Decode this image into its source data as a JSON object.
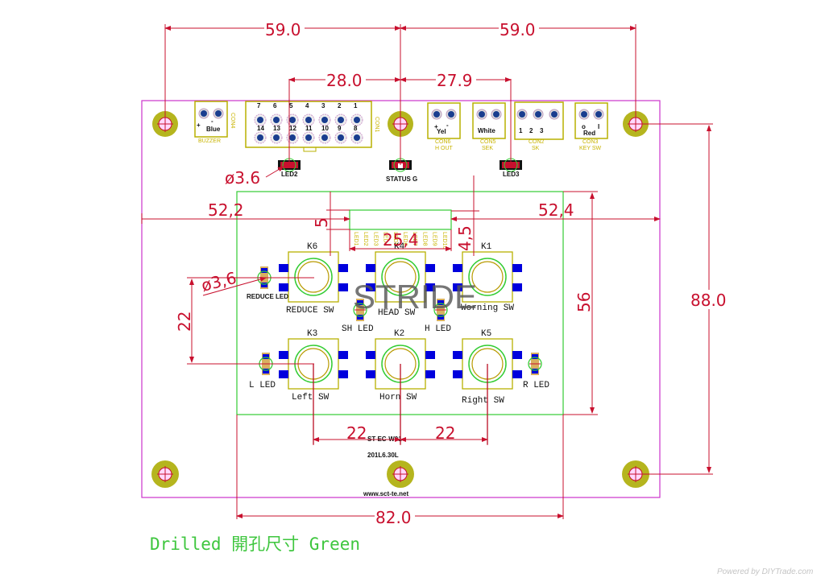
{
  "colors": {
    "dimension": "#c8102e",
    "board_outline": "#cc33cc",
    "keepout_green": "#33cc33",
    "silkscreen_yellow": "#b8b000",
    "pad_blue": "#0000dd",
    "mount_hole": "#b5b51e",
    "legend_green": "#3ec63e"
  },
  "dimensions": {
    "top_left_span": "59.0",
    "top_right_span": "59.0",
    "con_left_span": "28.0",
    "con_right_span": "27.9",
    "left_width": "52,2",
    "right_width": "52,4",
    "led_bar_height": "5",
    "led_bar_offset": "4,5",
    "led_bar_width": "25,4",
    "hole_dia_top": "ø3.6",
    "hole_dia_led": "ø3,6",
    "row_pitch": "22",
    "inner_height": "56",
    "board_height": "88.0",
    "col_pitch_left": "22",
    "col_pitch_right": "22",
    "inner_width": "82.0"
  },
  "connectors": {
    "buzzer": {
      "name": "CON4",
      "sub": "BUZZER",
      "pins": [
        "+",
        "-"
      ],
      "label": "Blue"
    },
    "main": {
      "name": "CON1",
      "top_pins": [
        "7",
        "6",
        "5",
        "4",
        "3",
        "2",
        "1"
      ],
      "bottom_pins": [
        "14",
        "13",
        "12",
        "11",
        "10",
        "9",
        "8"
      ]
    },
    "con6": {
      "name": "CON6",
      "sub": "H OUT",
      "pins": [
        "+",
        "-"
      ],
      "label": "Yel"
    },
    "con5": {
      "name": "CON5",
      "sub": "SEK",
      "label": "White"
    },
    "con2": {
      "name": "CON2",
      "sub": "SK",
      "pins": [
        "1",
        "2",
        "3"
      ]
    },
    "con3": {
      "name": "CON3",
      "sub": "KEY SW",
      "pins": [
        "o",
        "I"
      ],
      "label": "Red"
    }
  },
  "leds_top": {
    "led2": "LED2",
    "status": "STATUS G",
    "led3": "LED3"
  },
  "led_bar": [
    "LED1",
    "LED2",
    "LED3",
    "LED4",
    "LED5",
    "LED6",
    "LED7",
    "LED8",
    "LED9",
    "LED10"
  ],
  "switches": [
    {
      "ref": "K6",
      "label": "REDUCE SW"
    },
    {
      "ref": "K4",
      "label": "HEAD SW"
    },
    {
      "ref": "K1",
      "label": "Worning SW"
    },
    {
      "ref": "K3",
      "label": "Left SW"
    },
    {
      "ref": "K2",
      "label": "Horn SW"
    },
    {
      "ref": "K5",
      "label": "Right SW"
    }
  ],
  "indicator_leds": {
    "reduce": "REDUCE LED",
    "sh": "SH LED",
    "h": "H LED",
    "l": "L LED",
    "r": "R LED"
  },
  "board_text": {
    "part_no": "ST-EC-W01",
    "date": "201L6.30L",
    "website": "www.sct-te.net"
  },
  "watermark": "STRIDE",
  "legend": "Drilled 開孔尺寸 Green",
  "credit": "Powered by DIYTrade.com"
}
